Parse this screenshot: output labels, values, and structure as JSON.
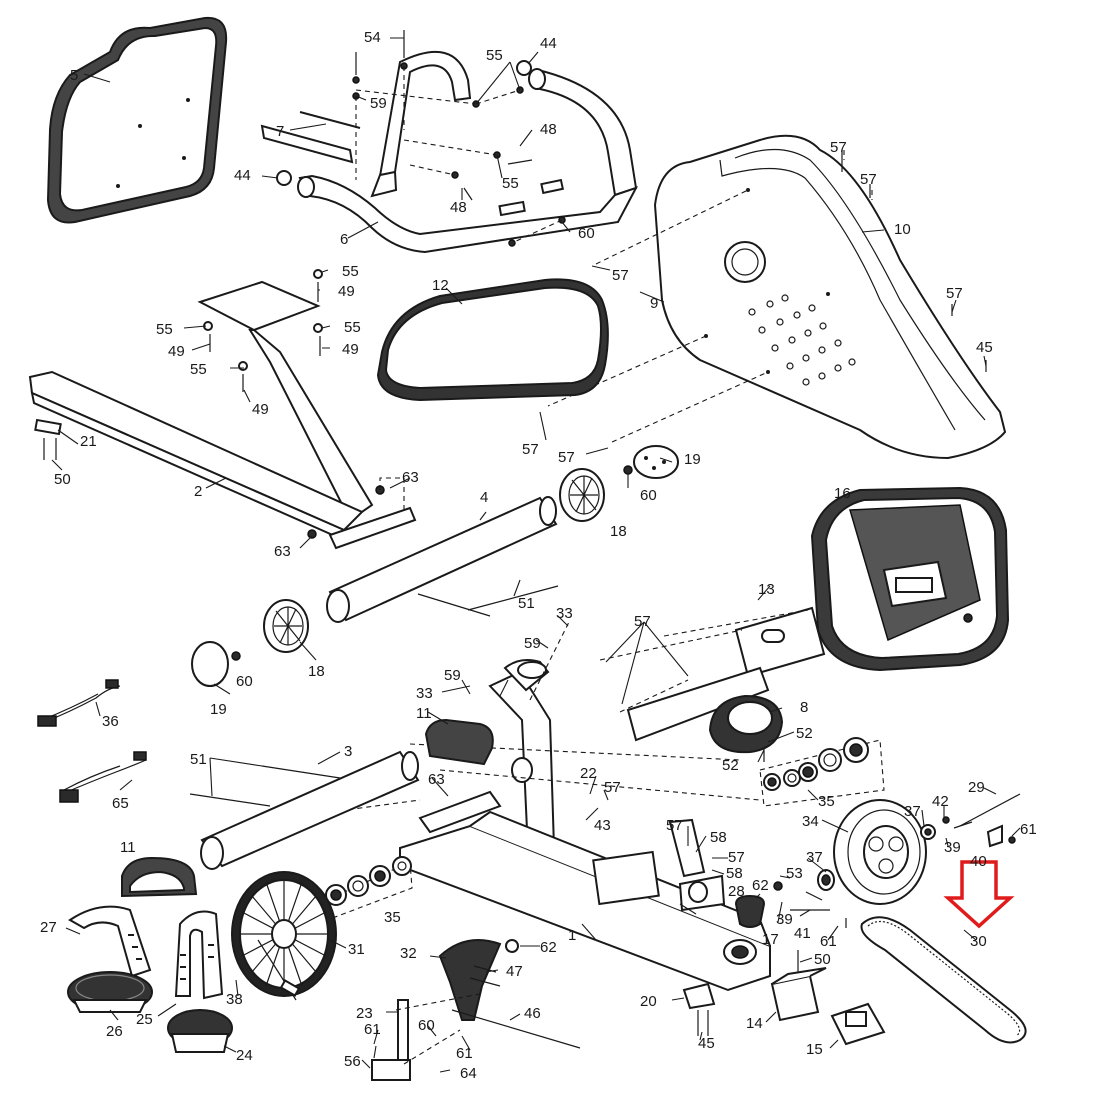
{
  "highlight": {
    "label": "30",
    "color": "#e01b1b"
  },
  "colors": {
    "line": "#1a1a1a",
    "highlight": "#e01b1b"
  },
  "labels": {
    "p5": "5",
    "p54": "54",
    "p59a": "59",
    "p7": "7",
    "p55a": "55",
    "p44a": "44",
    "p48a": "48",
    "p44b": "44",
    "p55b": "55",
    "p48b": "48",
    "p6": "6",
    "p60a": "60",
    "p57a": "57",
    "p57b": "57",
    "p10": "10",
    "p57c": "57",
    "p9": "9",
    "p57d": "57",
    "p45a": "45",
    "p55c": "55",
    "p49a": "49",
    "p12": "12",
    "p55d": "55",
    "p55e": "55",
    "p49b": "49",
    "p49c": "49",
    "p55f": "55",
    "p49d": "49",
    "p21": "21",
    "p50a": "50",
    "p2": "2",
    "p57e": "57",
    "p57f": "57",
    "p19a": "19",
    "p60b": "60",
    "p63a": "63",
    "p4": "4",
    "p18a": "18",
    "p16": "16",
    "p63b": "63",
    "p51a": "51",
    "p33a": "33",
    "p57g": "57",
    "p13": "13",
    "p59b": "59",
    "p59c": "59",
    "p18b": "18",
    "p60c": "60",
    "p19b": "19",
    "p36": "36",
    "p33b": "33",
    "p11a": "11",
    "p8": "8",
    "p52a": "52",
    "p52b": "52",
    "p51b": "51",
    "p3": "3",
    "p63c": "63",
    "p22": "22",
    "p57h": "57",
    "p65": "65",
    "p43": "43",
    "p35a": "35",
    "p29": "29",
    "p37a": "37",
    "p42": "42",
    "p34": "34",
    "p61a": "61",
    "p39a": "39",
    "p40": "40",
    "p57i": "57",
    "p58a": "58",
    "p57j": "57",
    "p58b": "58",
    "p11b": "11",
    "p53": "53",
    "p37b": "37",
    "p62a": "62",
    "p28": "28",
    "p35b": "35",
    "p1": "1",
    "p39b": "39",
    "p17": "17",
    "p41": "41",
    "p61b": "61",
    "p30": "30",
    "p27": "27",
    "p31": "31",
    "p32": "32",
    "p62b": "62",
    "p47": "47",
    "p50b": "50",
    "p38": "38",
    "p26": "26",
    "p25": "25",
    "p23": "23",
    "p46": "46",
    "p20": "20",
    "p14": "14",
    "p61c": "61",
    "p60d": "60",
    "p45b": "45",
    "p15": "15",
    "p24": "24",
    "p56": "56",
    "p61d": "61",
    "p64": "64"
  }
}
